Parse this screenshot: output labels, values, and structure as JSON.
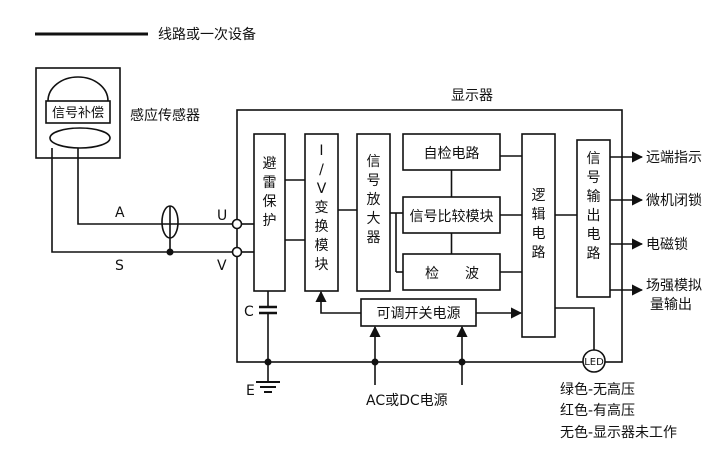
{
  "legend": {
    "label": "线路或一次设备"
  },
  "sensor": {
    "label": "感应传感器",
    "compensation": "信号补偿"
  },
  "display": {
    "title": "显示器"
  },
  "lines": {
    "a": "A",
    "s": "S"
  },
  "terminals": {
    "u": "U",
    "v": "V",
    "c": "C",
    "e": "E"
  },
  "blocks": {
    "lightning": [
      "避",
      "雷",
      "保",
      "护"
    ],
    "iv": [
      "I",
      "/",
      "V",
      "变",
      "换",
      "模",
      "块"
    ],
    "amplifier": [
      "信",
      "号",
      "放",
      "大",
      "器"
    ],
    "selfcheck": "自检电路",
    "compare": "信号比较模块",
    "detect": [
      "检",
      "波"
    ],
    "logic": [
      "逻",
      "辑",
      "电",
      "路"
    ],
    "output": [
      "信",
      "号",
      "输",
      "出",
      "电",
      "路"
    ],
    "power": "可调开关电源"
  },
  "outputs": [
    "远端指示",
    "微机闭锁",
    "电磁锁",
    "场强模拟",
    "量输出"
  ],
  "power_source": "AC或DC电源",
  "led": {
    "label": "LED",
    "states": [
      "绿色-无高压",
      "红色-有高压",
      "无色-显示器未工作"
    ]
  }
}
